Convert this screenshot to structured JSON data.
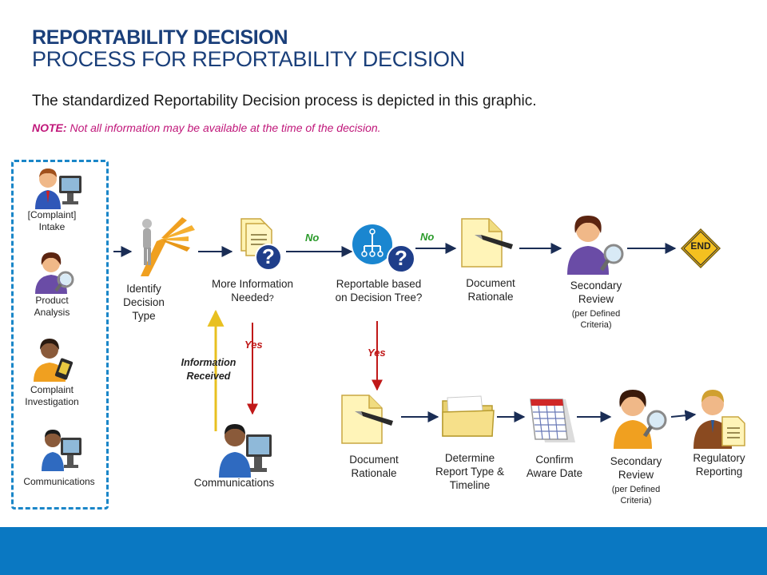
{
  "header": {
    "title": "REPORTABILITY DECISION",
    "subtitle_line": "PROCESS FOR REPORTABILITY DECISION",
    "description": "The standardized Reportability Decision process is depicted in this graphic.",
    "note_prefix": "NOTE:",
    "note_text": " Not all information may be available at the time of the decision."
  },
  "inputs": {
    "intake": "[Complaint]\nIntake",
    "product_analysis": "Product\nAnalysis",
    "complaint_investigation": "Complaint\nInvestigation",
    "communications": "Communications"
  },
  "flow": {
    "identify": "Identify\nDecision\nType",
    "more_info": "More Information\nNeeded",
    "more_info_q": "?",
    "reportable": "Reportable based\non Decision Tree?",
    "doc_rationale_top": "Document\nRationale",
    "secondary_review_top": "Secondary\nReview",
    "criteria_top": "(per Defined\nCriteria)",
    "end_sign": "END",
    "no1": "No",
    "no2": "No",
    "yes1": "Yes",
    "yes2": "Yes",
    "info_received": "Information\nReceived",
    "communications_mid": "Communications",
    "doc_rationale_bottom": "Document\nRationale",
    "determine": "Determine\nReport Type &\nTimeline",
    "confirm": "Confirm\nAware Date",
    "secondary_review_bottom": "Secondary\nReview",
    "criteria_bottom": "(per Defined\nCriteria)",
    "regulatory": "Regulatory\nReporting",
    "qmark": "?"
  },
  "colors": {
    "title": "#1a3f7a",
    "note": "#c0177a",
    "footer": "#0a78c2",
    "no": "#2a9a2a",
    "yes": "#c01818",
    "arrow": "#1a2d55",
    "info_arrow": "#e8c020",
    "yes_arrow": "#c01818"
  }
}
